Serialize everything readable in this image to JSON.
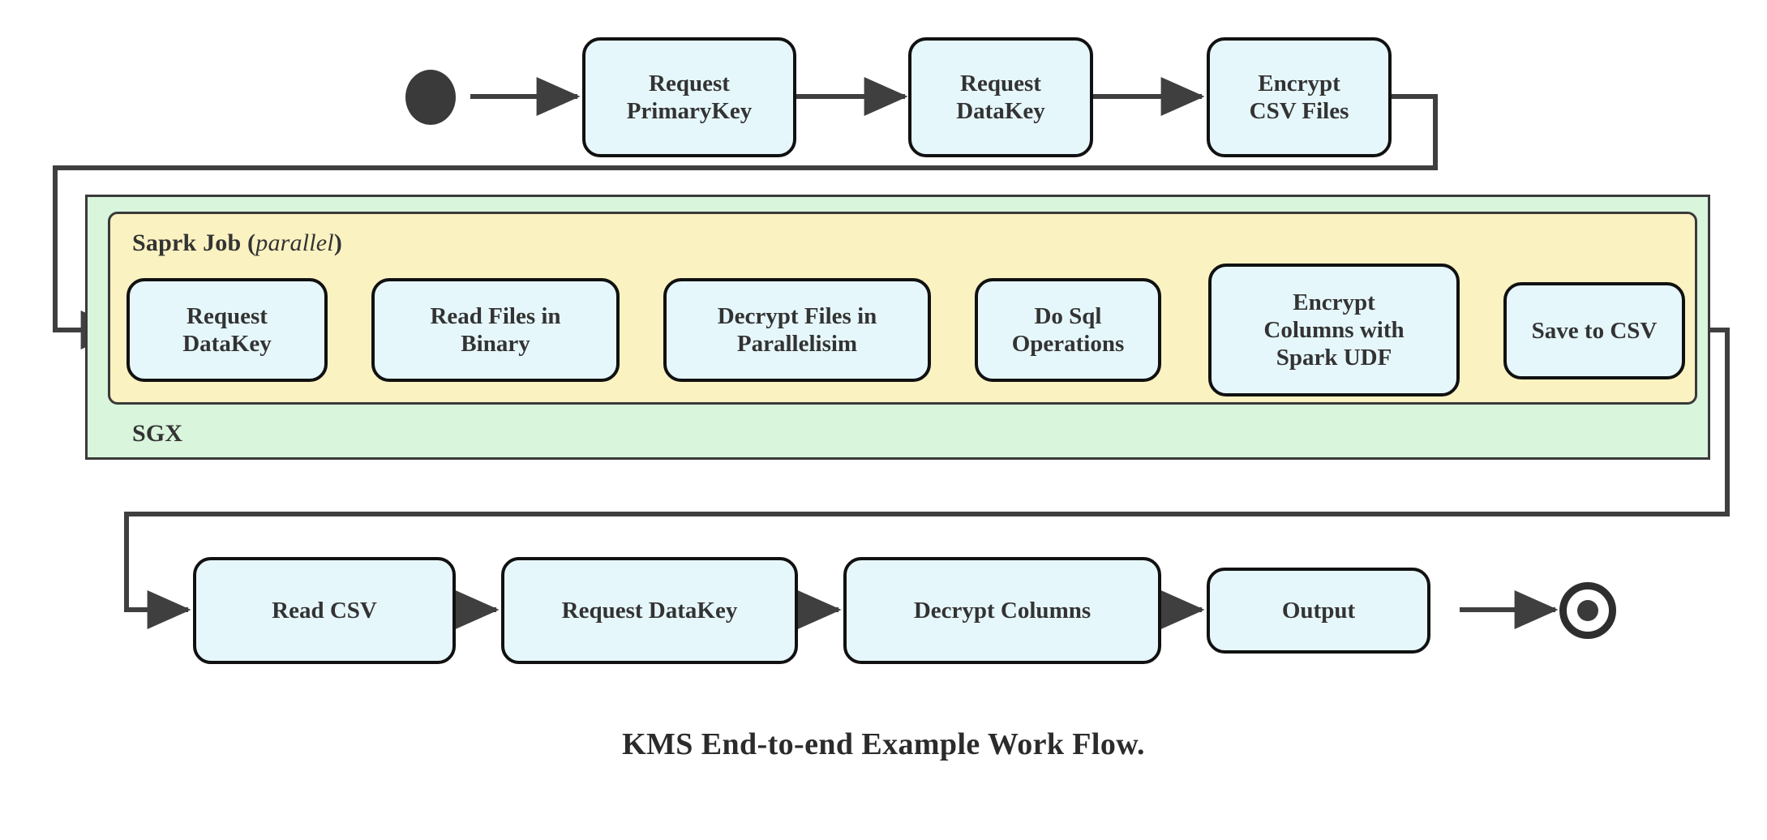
{
  "diagram": {
    "caption": "KMS End-to-end Example Work Flow.",
    "colors": {
      "node_fill": "#e6f7fb",
      "node_stroke": "#111111",
      "sgx_fill": "#d9f5dc",
      "spark_fill": "#fbf2c2",
      "group_stroke": "#3a3a3a",
      "edge_stroke": "#3f3f3f",
      "text": "#333333"
    },
    "markers": {
      "start": "start-node-filled-circle",
      "end": "end-node-bullseye-circle"
    },
    "groups": [
      {
        "id": "sgx",
        "label": "SGX",
        "label_position": "bottom-left"
      },
      {
        "id": "spark",
        "label_main": "Saprk Job",
        "label_paren_open": " (",
        "label_italic": "parallel",
        "label_paren_close": ")",
        "label_position": "top-left"
      }
    ],
    "rows": {
      "top": {
        "name": "preparation-row",
        "nodes": [
          {
            "id": "request-primarykey",
            "label": "Request\nPrimaryKey"
          },
          {
            "id": "request-datakey-top",
            "label": "Request\nDataKey"
          },
          {
            "id": "encrypt-csv-files",
            "label": "Encrypt\nCSV Files"
          }
        ]
      },
      "middle": {
        "name": "spark-job-row",
        "nodes": [
          {
            "id": "request-datakey-spark",
            "label": "Request\nDataKey"
          },
          {
            "id": "read-files-in-binary",
            "label": "Read Files in\nBinary"
          },
          {
            "id": "decrypt-files-in-parallelisim",
            "label": "Decrypt Files in\nParallelisim"
          },
          {
            "id": "do-sql-operations",
            "label": "Do Sql\nOperations"
          },
          {
            "id": "encrypt-columns-with-spark-udf",
            "label": "Encrypt\nColumns with\nSpark UDF"
          },
          {
            "id": "save-to-csv",
            "label": "Save to CSV"
          }
        ]
      },
      "bottom": {
        "name": "consumption-row",
        "nodes": [
          {
            "id": "read-csv",
            "label": "Read CSV"
          },
          {
            "id": "request-datakey-bottom",
            "label": "Request DataKey"
          },
          {
            "id": "decrypt-columns",
            "label": "Decrypt Columns"
          },
          {
            "id": "output",
            "label": "Output"
          }
        ]
      }
    },
    "edges": [
      {
        "from": "start",
        "to": "request-primarykey",
        "style": "straight"
      },
      {
        "from": "request-primarykey",
        "to": "request-datakey-top",
        "style": "straight"
      },
      {
        "from": "request-datakey-top",
        "to": "encrypt-csv-files",
        "style": "straight"
      },
      {
        "from": "encrypt-csv-files",
        "to": "request-datakey-spark",
        "style": "orthogonal-left-wrap"
      },
      {
        "from": "request-datakey-spark",
        "to": "read-files-in-binary",
        "style": "straight"
      },
      {
        "from": "read-files-in-binary",
        "to": "decrypt-files-in-parallelisim",
        "style": "straight"
      },
      {
        "from": "decrypt-files-in-parallelisim",
        "to": "do-sql-operations",
        "style": "straight"
      },
      {
        "from": "do-sql-operations",
        "to": "encrypt-columns-with-spark-udf",
        "style": "straight"
      },
      {
        "from": "encrypt-columns-with-spark-udf",
        "to": "save-to-csv",
        "style": "straight"
      },
      {
        "from": "save-to-csv",
        "to": "read-csv",
        "style": "orthogonal-right-wrap"
      },
      {
        "from": "read-csv",
        "to": "request-datakey-bottom",
        "style": "straight"
      },
      {
        "from": "request-datakey-bottom",
        "to": "decrypt-columns",
        "style": "straight"
      },
      {
        "from": "decrypt-columns",
        "to": "output",
        "style": "straight"
      },
      {
        "from": "output",
        "to": "end",
        "style": "straight"
      }
    ]
  }
}
